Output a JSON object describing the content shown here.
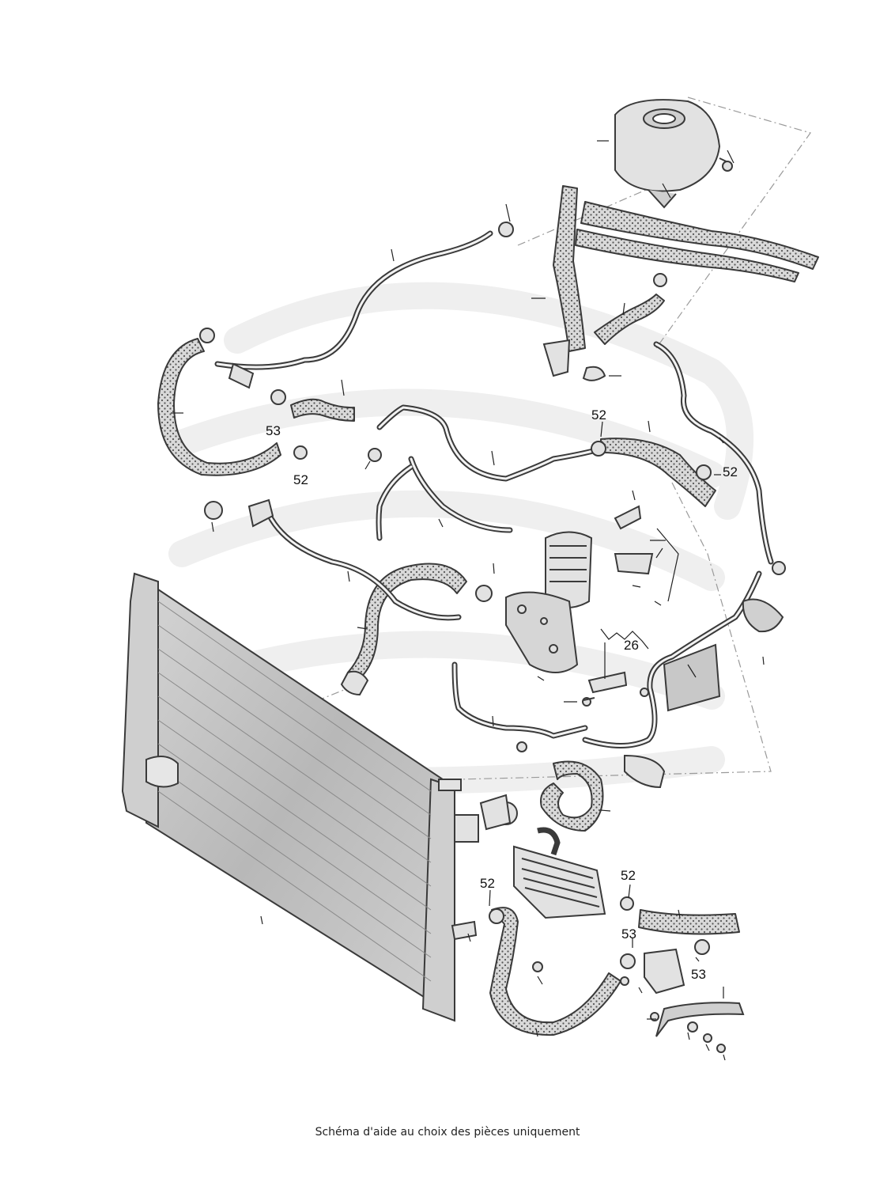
{
  "caption": "Schéma d'aide au choix des pièces uniquement",
  "callouts": {
    "c53_left": "53",
    "c52_left": "52",
    "c52_top": "52",
    "c52_right": "52",
    "c26": "26",
    "c52_bottom_left": "52",
    "c52_bottom_right": "52",
    "c53_bottom_mid": "53",
    "c53_bottom_right": "53"
  },
  "colors": {
    "outline": "#3a3a3a",
    "hose_fill": "#d6d6d6",
    "part_fill": "#e2e2e2",
    "radiator_fill": "#bdbdbd",
    "watermark": "#efefef",
    "dash": "#9a9a9a"
  }
}
